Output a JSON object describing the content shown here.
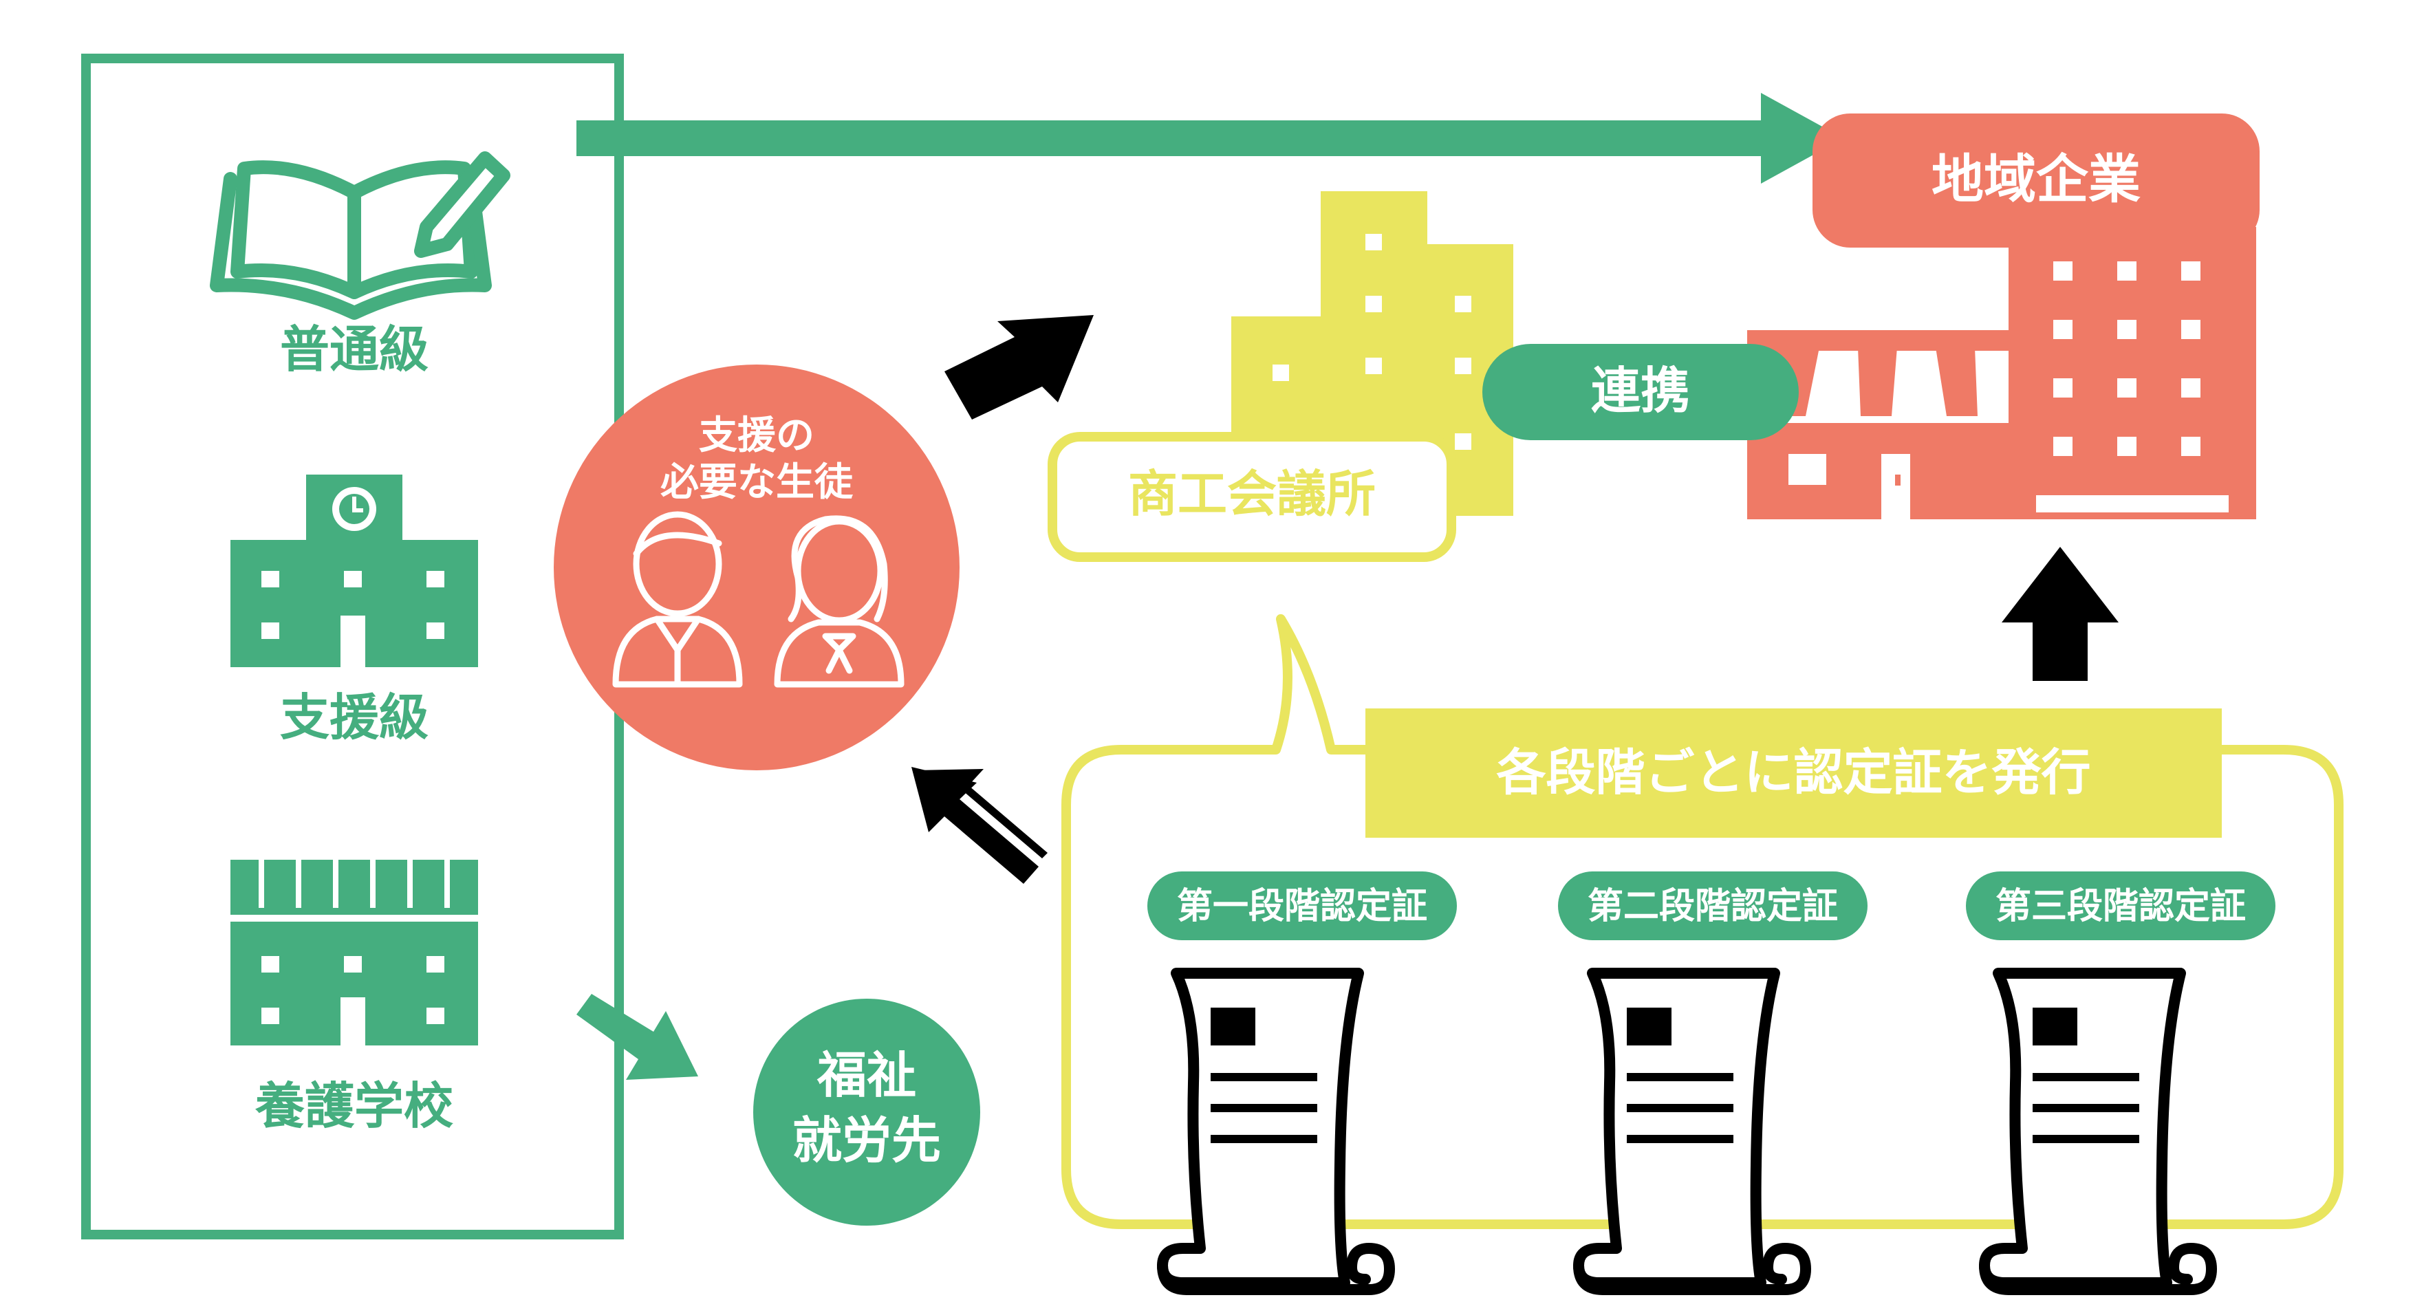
{
  "colors": {
    "green": "#45ae7f",
    "salmon": "#ef7a66",
    "yellow": "#e9e55f",
    "black": "#000000",
    "white": "#ffffff"
  },
  "schools": {
    "regular": {
      "label": "普通級",
      "icon": "open-book-pencil-icon"
    },
    "support": {
      "label": "支援級",
      "icon": "school-clock-building-icon"
    },
    "special": {
      "label": "養護学校",
      "icon": "school-building-icon"
    }
  },
  "students": {
    "line1": "支援の",
    "line2": "必要な生徒",
    "icon": "student-boy-girl-icon"
  },
  "welfare": {
    "line1": "福祉",
    "line2": "就労先"
  },
  "chamber": {
    "label": "商工会議所",
    "icon": "office-buildings-icon"
  },
  "cooperation": {
    "label": "連携"
  },
  "local_companies": {
    "label": "地域企業",
    "icon": "shop-and-office-building-icon"
  },
  "certification": {
    "heading": "各段階ごとに認定証を発行",
    "certificates": [
      {
        "label": "第一段階認定証",
        "icon": "scroll-certificate-icon"
      },
      {
        "label": "第二段階認定証",
        "icon": "scroll-certificate-icon"
      },
      {
        "label": "第三段階認定証",
        "icon": "scroll-certificate-icon"
      }
    ]
  }
}
